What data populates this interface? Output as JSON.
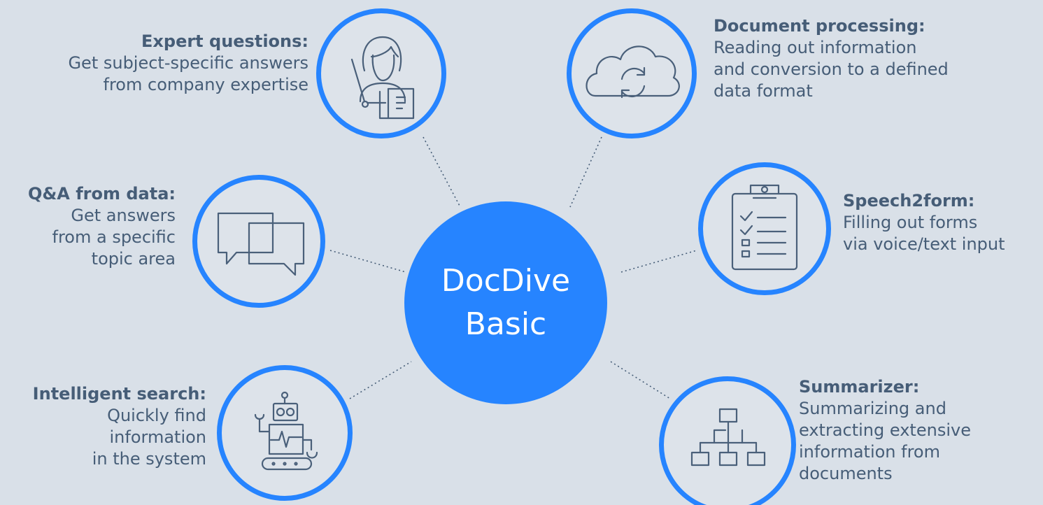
{
  "center": {
    "line1": "DocDive",
    "line2": "Basic"
  },
  "features": {
    "expert": {
      "title": "Expert questions:",
      "lines": [
        "Get subject-specific answers",
        "from company expertise"
      ]
    },
    "docproc": {
      "title": "Document processing:",
      "lines": [
        "Reading out information",
        "and conversion to a defined",
        "data format"
      ]
    },
    "qa": {
      "title": "Q&A from data:",
      "lines": [
        "Get answers",
        "from a specific",
        "topic area"
      ]
    },
    "speech": {
      "title": "Speech2form:",
      "lines": [
        "Filling out forms",
        "via voice/text input"
      ]
    },
    "search": {
      "title": "Intelligent search:",
      "lines": [
        "Quickly find",
        "information",
        "in the system"
      ]
    },
    "summ": {
      "title": "Summarizer:",
      "lines": [
        "Summarizing and",
        "extracting extensive",
        "information from",
        "documents"
      ]
    }
  },
  "icons": {
    "expert": "teacher-icon",
    "docproc": "cloud-sync-icon",
    "qa": "chat-bubbles-icon",
    "speech": "clipboard-checklist-icon",
    "search": "robot-icon",
    "summ": "hierarchy-icon"
  },
  "colors": {
    "accent": "#2684ff",
    "text": "#465d77",
    "background": "#d9e0e8"
  }
}
